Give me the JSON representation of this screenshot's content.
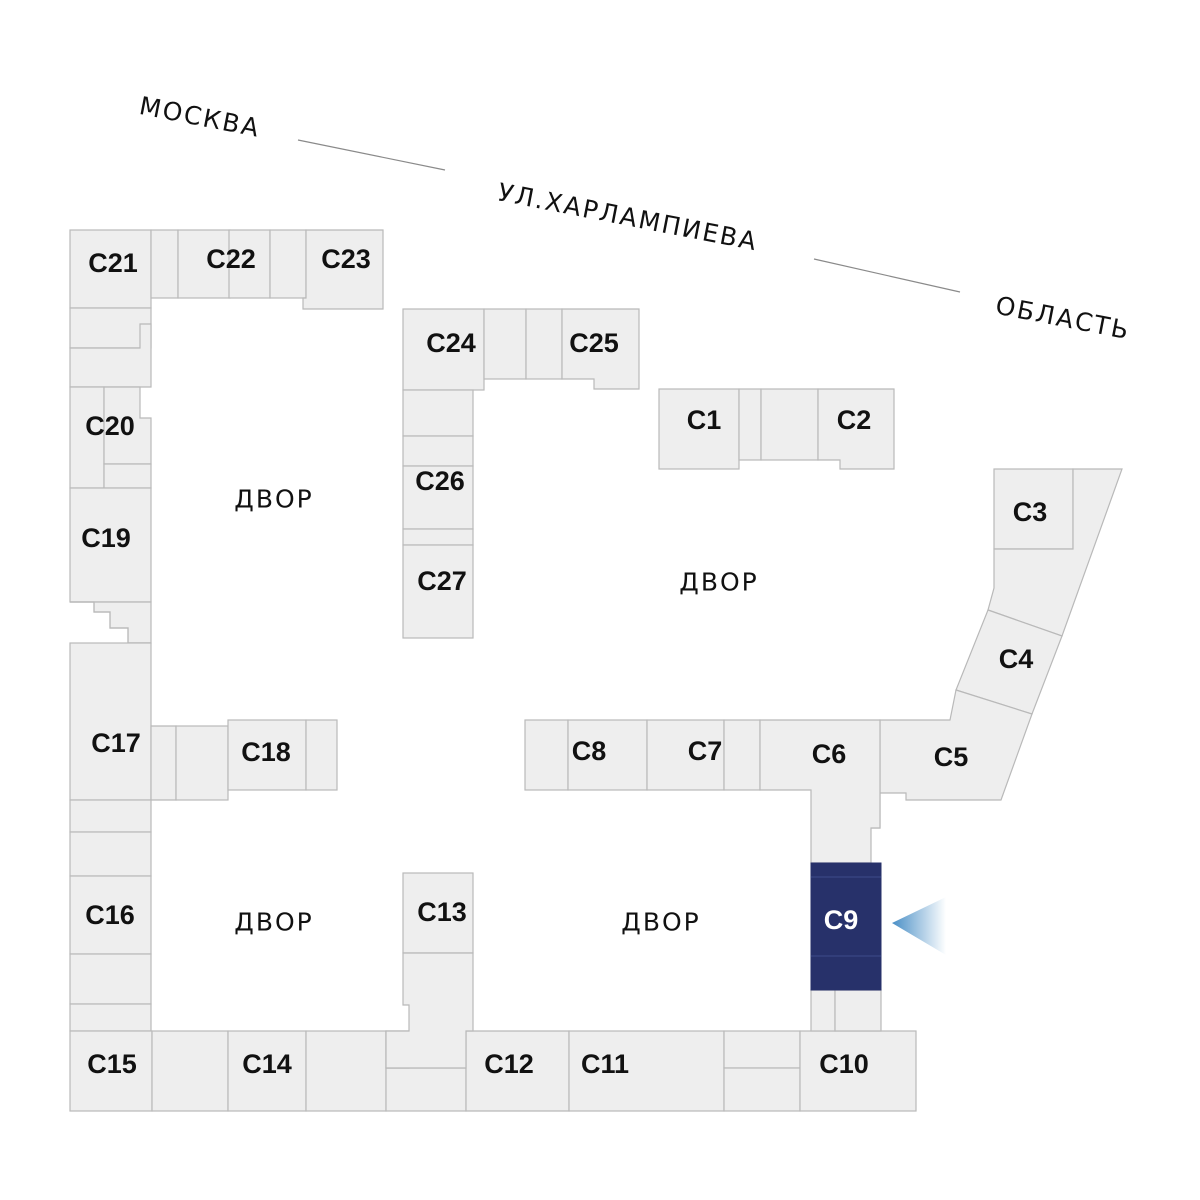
{
  "street": {
    "part1": "МОСКВА",
    "part2": "УЛ.ХАРЛАМПИЕВА",
    "part3": "ОБЛАСТЬ"
  },
  "yards": [
    "ДВОР",
    "ДВОР",
    "ДВОР",
    "ДВОР"
  ],
  "sections": {
    "c1": "С1",
    "c2": "С2",
    "c3": "С3",
    "c4": "С4",
    "c5": "С5",
    "c6": "С6",
    "c7": "С7",
    "c8": "С8",
    "c9": "С9",
    "c10": "С10",
    "c11": "С11",
    "c12": "С12",
    "c13": "С13",
    "c14": "С14",
    "c15": "С15",
    "c16": "С16",
    "c17": "С17",
    "c18": "С18",
    "c19": "С19",
    "c20": "С20",
    "c21": "С21",
    "c22": "С22",
    "c23": "С23",
    "c24": "С24",
    "c25": "С25",
    "c26": "С26",
    "c27": "С27"
  },
  "selected_section": "С9",
  "colors": {
    "block_fill": "#eeeeee",
    "block_stroke": "#b9b9b9",
    "selected_fill": "#27316a",
    "pointer_gradient_start": "#4a8fc6",
    "pointer_gradient_end": "#ffffff"
  },
  "icons": {
    "pointer": "view-direction-triangle-icon"
  }
}
